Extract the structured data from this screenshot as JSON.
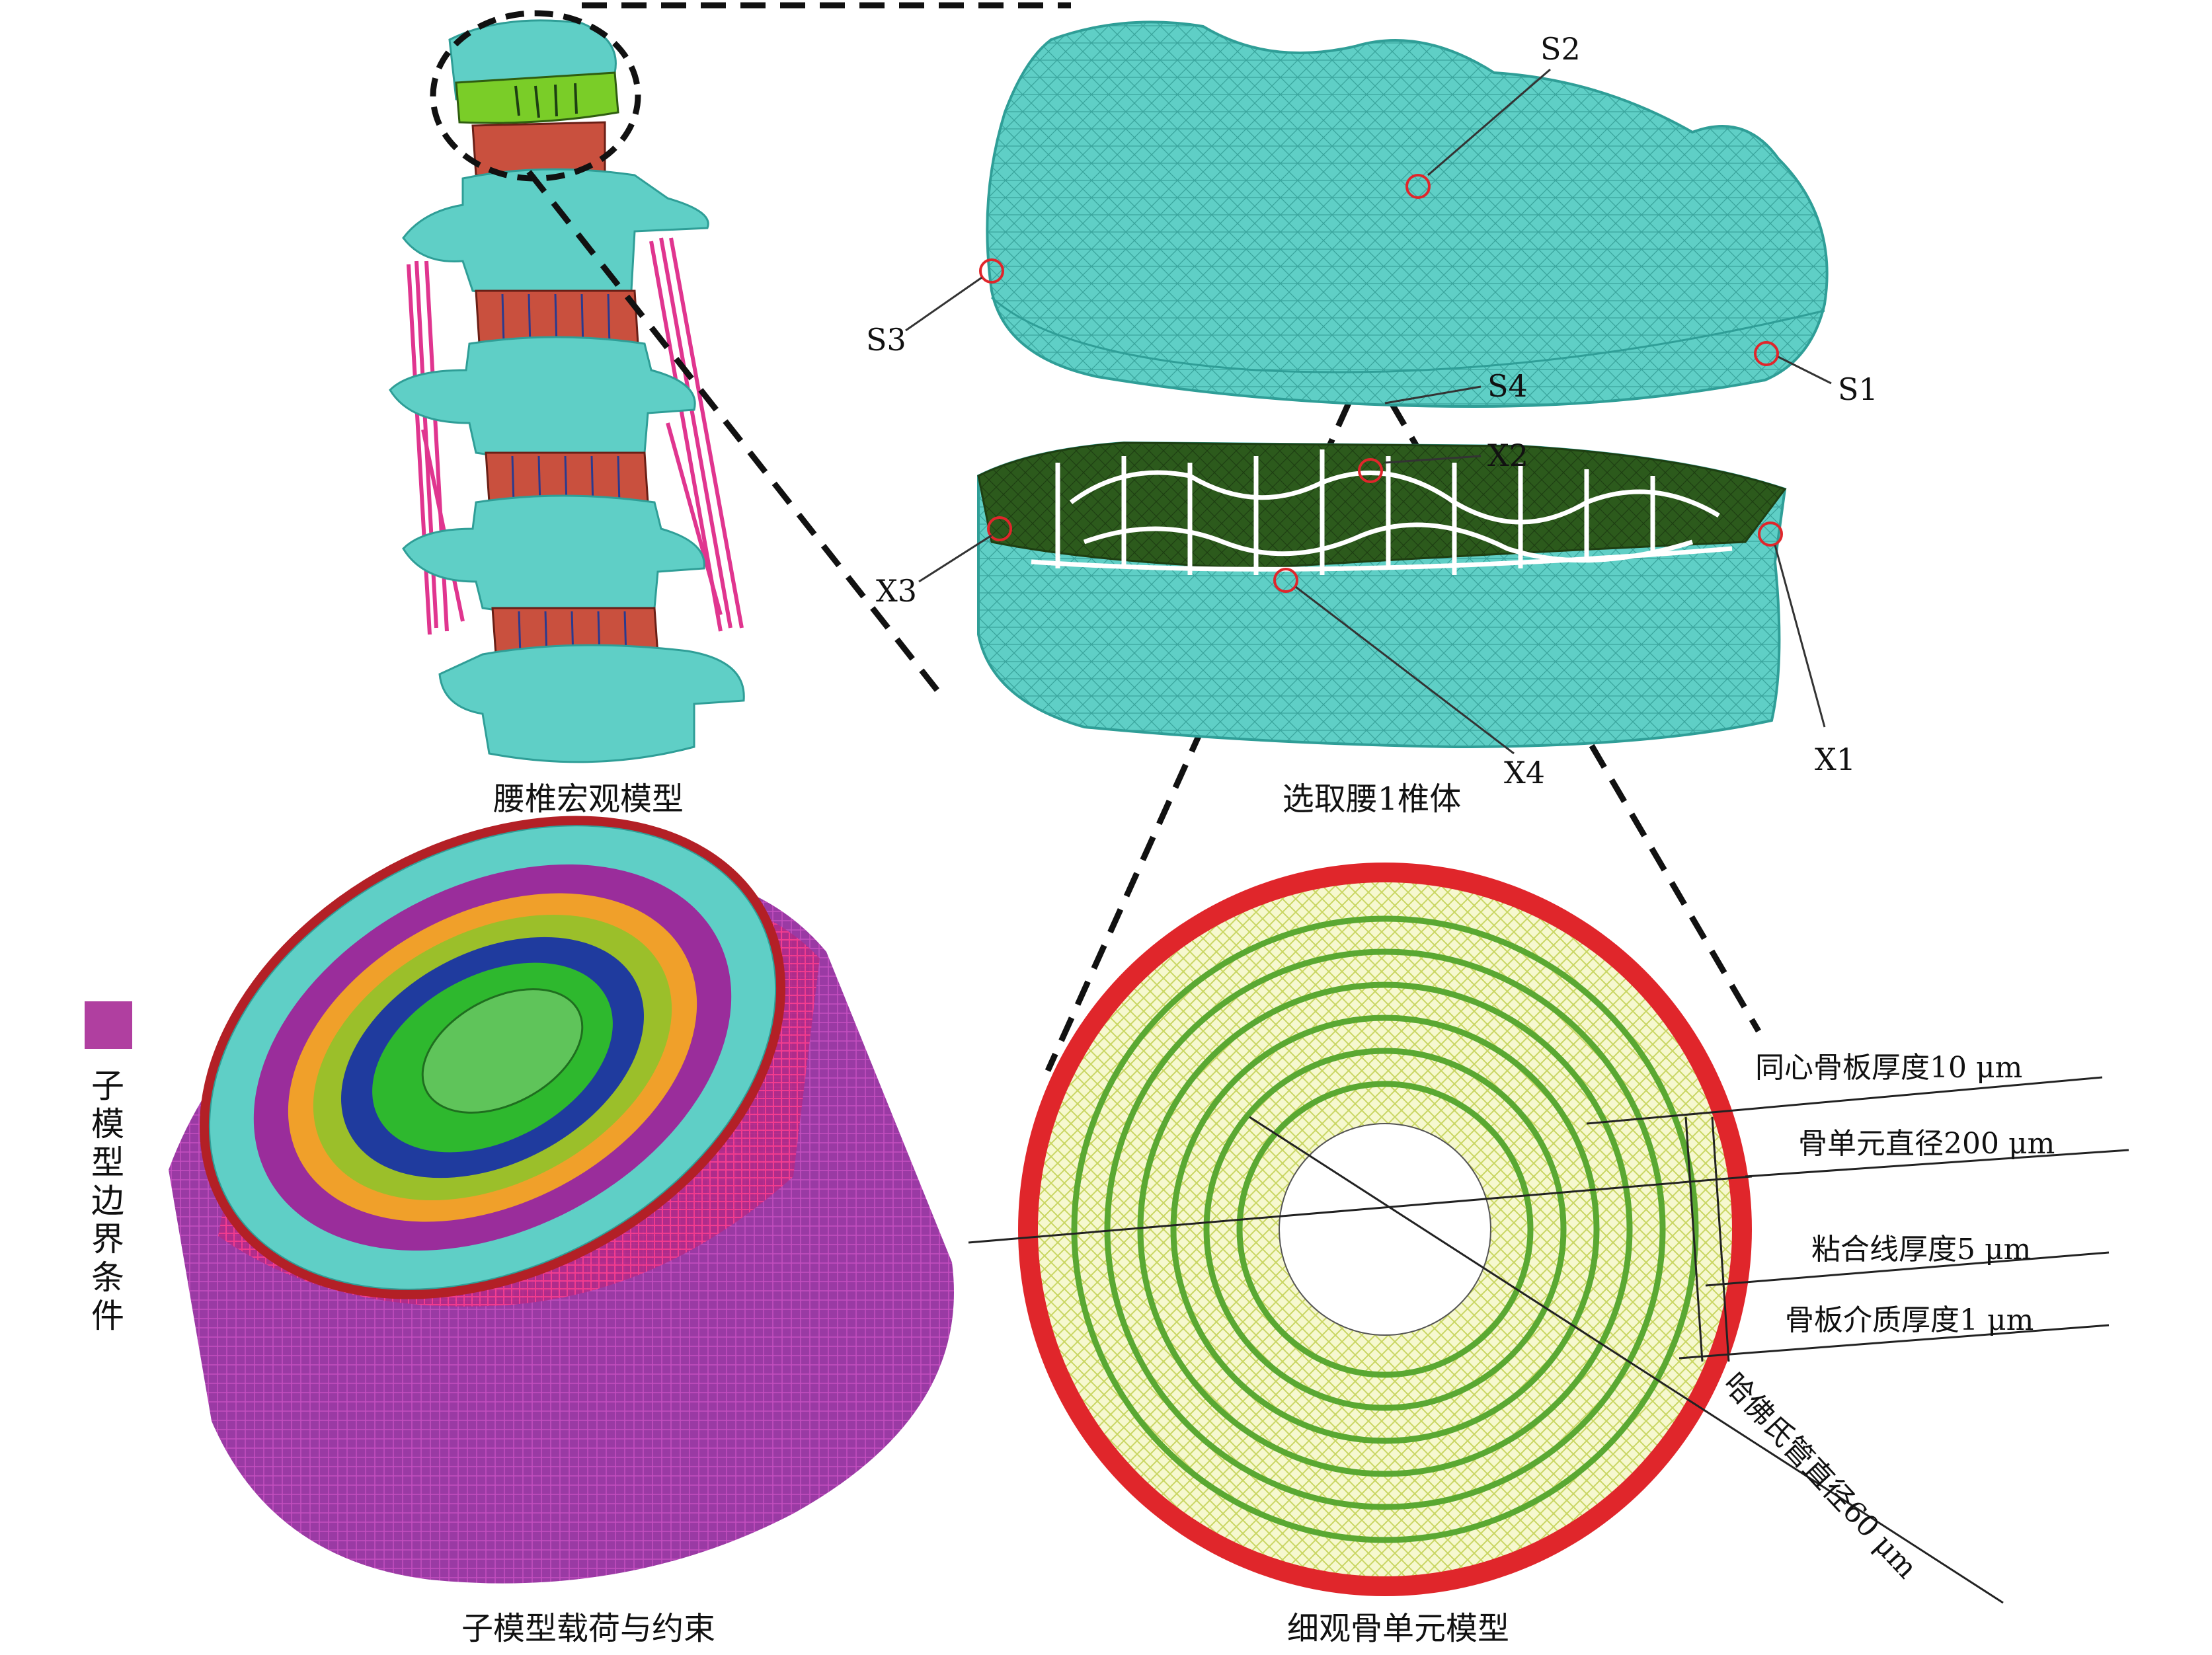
{
  "captions": {
    "macro": "腰椎宏观模型",
    "l1": "选取腰1椎体",
    "submodel": "子模型载荷与约束",
    "osteon": "细观骨单元模型"
  },
  "points": {
    "s1": "S1",
    "s2": "S2",
    "s3": "S3",
    "s4": "S4",
    "x1": "X1",
    "x2": "X2",
    "x3": "X3",
    "x4": "X4"
  },
  "legend": {
    "chars": [
      "子",
      "模",
      "型",
      "边",
      "界",
      "条",
      "件"
    ],
    "color": "#b03fa0"
  },
  "dimensions": {
    "lamella": "同心骨板厚度10 μm",
    "osteon_diameter": "骨单元直径200 μm",
    "cement_line": "粘合线厚度5 μm",
    "interlamellar": "骨板介质厚度1 μm",
    "haversian": "哈佛氏管直径60 μm"
  },
  "colors": {
    "bone": "#5fcfc6",
    "bone_edge": "#2f9e97",
    "disc": "#c9503e",
    "disc_top": "#7acd28",
    "ligament": "#e0358f",
    "cortex_green": "#2c5a1c",
    "osteon_ring": "#e0262b",
    "lamella_green": "#5aa832",
    "matrix_yellow": "#f4f6c2",
    "submodel_purple": "#9a3aa4"
  }
}
